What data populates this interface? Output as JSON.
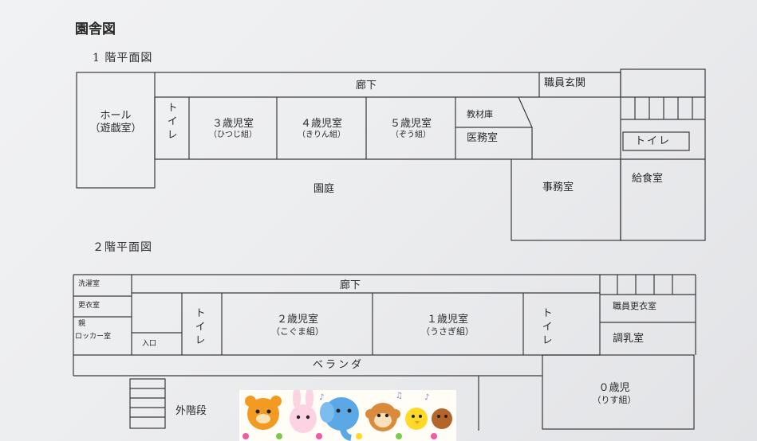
{
  "title": "園舎図",
  "floor1": {
    "label": "1 階平面図",
    "hall": "ホール",
    "hall_sub": "（遊戯室）",
    "corridor": "廊下",
    "staff_entrance": "職員玄関",
    "toilet": "トイレ",
    "room3": "３歳児室",
    "room3_sub": "（ひつじ組）",
    "room4": "４歳児室",
    "room4_sub": "（きりん組）",
    "room5": "５歳児室",
    "room5_sub": "（ぞう組）",
    "materials": "教材庫",
    "medical": "医務室",
    "toilet2": "トイレ",
    "kitchen": "給食室",
    "office": "事務室",
    "garden": "園庭"
  },
  "floor2": {
    "label": "２階平面図",
    "laundry": "洗濯室",
    "changing": "更衣室",
    "parent_locker_1": "親",
    "parent_locker_2": "ロッカー室",
    "entrance": "入口",
    "toilet": "トイレ",
    "room2": "２歳児室",
    "room2_sub": "（こぐま組）",
    "room1": "１歳児室",
    "room1_sub": "（うさぎ組）",
    "toilet2": "トイレ",
    "corridor": "廊下",
    "staff_changing": "職員更衣室",
    "formula": "調乳室",
    "veranda": "ベランダ",
    "room0": "０歳児",
    "room0_sub": "（りす組）",
    "outer_stairs": "外階段"
  },
  "colors": {
    "line": "#3a3a3a",
    "paper": "#eeeff1"
  }
}
